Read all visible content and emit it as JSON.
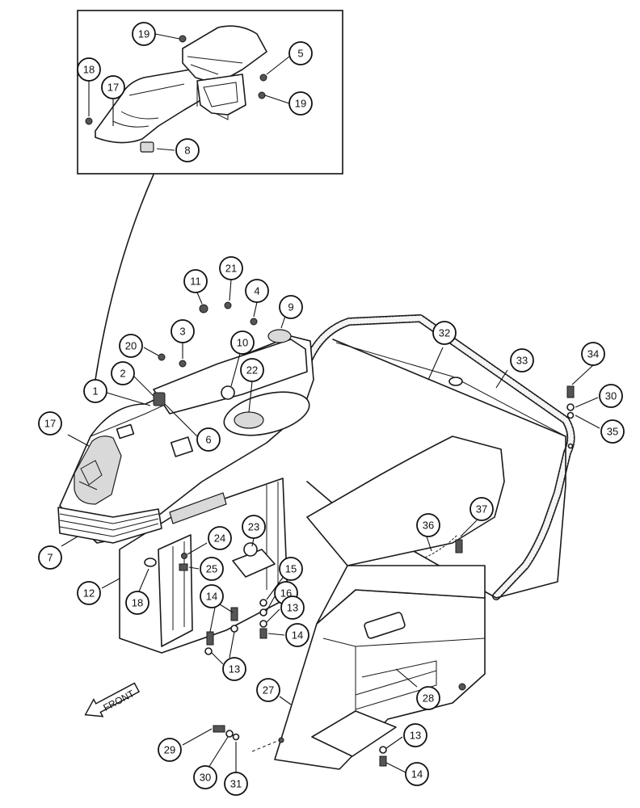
{
  "front_label": "FRONT",
  "callouts": [
    {
      "id": "c19a",
      "num": "19"
    },
    {
      "id": "c5",
      "num": "5"
    },
    {
      "id": "c18a",
      "num": "18"
    },
    {
      "id": "c17a",
      "num": "17"
    },
    {
      "id": "c19b",
      "num": "19"
    },
    {
      "id": "c8",
      "num": "8"
    },
    {
      "id": "c11",
      "num": "11"
    },
    {
      "id": "c21",
      "num": "21"
    },
    {
      "id": "c4",
      "num": "4"
    },
    {
      "id": "c9",
      "num": "9"
    },
    {
      "id": "c3",
      "num": "3"
    },
    {
      "id": "c20",
      "num": "20"
    },
    {
      "id": "c10",
      "num": "10"
    },
    {
      "id": "c2",
      "num": "2"
    },
    {
      "id": "c22",
      "num": "22"
    },
    {
      "id": "c1",
      "num": "1"
    },
    {
      "id": "c6",
      "num": "6"
    },
    {
      "id": "c17b",
      "num": "17"
    },
    {
      "id": "c32",
      "num": "32"
    },
    {
      "id": "c33",
      "num": "33"
    },
    {
      "id": "c34",
      "num": "34"
    },
    {
      "id": "c30a",
      "num": "30"
    },
    {
      "id": "c35",
      "num": "35"
    },
    {
      "id": "c7",
      "num": "7"
    },
    {
      "id": "c23",
      "num": "23"
    },
    {
      "id": "c24",
      "num": "24"
    },
    {
      "id": "c25",
      "num": "25"
    },
    {
      "id": "c12",
      "num": "12"
    },
    {
      "id": "c18b",
      "num": "18"
    },
    {
      "id": "c37",
      "num": "37"
    },
    {
      "id": "c36",
      "num": "36"
    },
    {
      "id": "c15",
      "num": "15"
    },
    {
      "id": "c16",
      "num": "16"
    },
    {
      "id": "c13a",
      "num": "13"
    },
    {
      "id": "c14a",
      "num": "14"
    },
    {
      "id": "c14b",
      "num": "14"
    },
    {
      "id": "c13b",
      "num": "13"
    },
    {
      "id": "c27",
      "num": "27"
    },
    {
      "id": "c28",
      "num": "28"
    },
    {
      "id": "c29",
      "num": "29"
    },
    {
      "id": "c30b",
      "num": "30"
    },
    {
      "id": "c31",
      "num": "31"
    },
    {
      "id": "c13c",
      "num": "13"
    },
    {
      "id": "c14c",
      "num": "14"
    }
  ]
}
